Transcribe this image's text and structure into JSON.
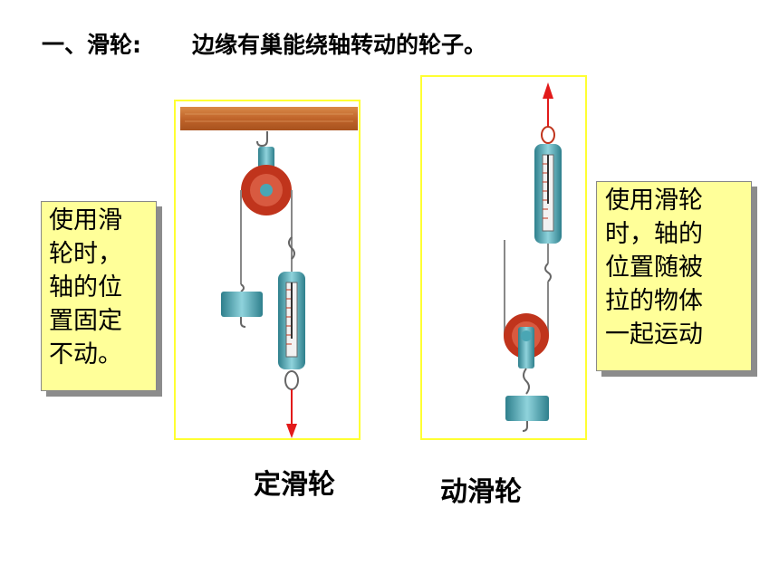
{
  "heading": {
    "title": "一、滑轮:",
    "definition": "边缘有巢能绕轴转动的轮子。"
  },
  "notes": {
    "fixed": [
      "使用滑",
      "轮时，",
      "轴的位",
      "置固定",
      "不动。"
    ],
    "movable": [
      "使用滑轮",
      "时，轴的",
      "位置随被",
      "拉的物体",
      "一起运动"
    ]
  },
  "captions": {
    "fixed": "定滑轮",
    "movable": "动滑轮"
  },
  "colors": {
    "note_bg": "#ffff99",
    "frame_border": "#ffff33",
    "wood": "#c8672a",
    "pulley": "#c0341c",
    "metal": "#4aa6b4",
    "arrow": "#e21a1a"
  }
}
